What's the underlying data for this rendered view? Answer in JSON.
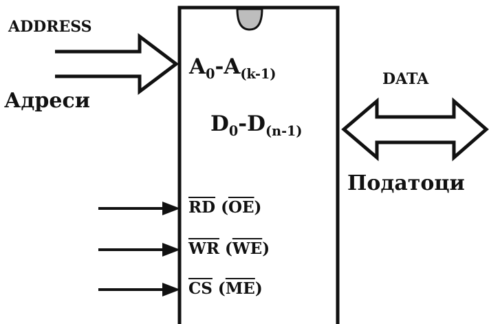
{
  "labels": {
    "address_en": "ADDRESS",
    "address_mk": "Адреси",
    "data_en": "DATA",
    "data_mk": "Податоци"
  },
  "address_bus": {
    "main": "A",
    "first_sub": "0",
    "sep": "-",
    "last_sub": "(k-1)"
  },
  "data_bus": {
    "main": "D",
    "first_sub": "0",
    "sep": "-",
    "last_sub": "(n-1)"
  },
  "control_signals": [
    {
      "name": "RD",
      "alt": "OE"
    },
    {
      "name": "WR",
      "alt": "WE"
    },
    {
      "name": "CS",
      "alt": "ME"
    }
  ],
  "colors": {
    "line": "#111111",
    "notch": "#bdbdbd",
    "background": "#ffffff"
  }
}
